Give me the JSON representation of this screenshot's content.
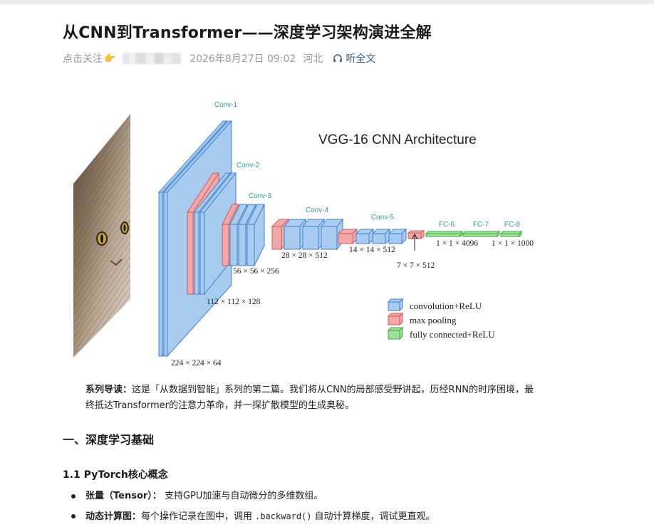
{
  "article": {
    "title": "从CNN到Transformer——深度学习架构演进全解",
    "meta": {
      "follow_label": "点击关注",
      "date": "2026年8月27日 09:02",
      "location": "河北",
      "listen_label": "听全文"
    }
  },
  "figure": {
    "title": "VGG-16 CNN Architecture",
    "stages": [
      {
        "name": "Conv-1",
        "size": "224 × 224 × 64"
      },
      {
        "name": "Conv-2",
        "size": "112 × 112 × 128"
      },
      {
        "name": "Conv-3",
        "size": "56 × 56 × 256"
      },
      {
        "name": "Conv-4",
        "size": "28 × 28 × 512"
      },
      {
        "name": "Conv-5",
        "size": "14 × 14 × 512"
      },
      {
        "name": "FC-6",
        "size": "1 × 1 × 4096"
      },
      {
        "name": "FC-7",
        "size": ""
      },
      {
        "name": "FC-8",
        "size": "1 × 1 × 1000"
      }
    ],
    "pool_size": "7 × 7 × 512",
    "legend": [
      {
        "label": "convolution+ReLU",
        "color": "#a8ccf0"
      },
      {
        "label": "max pooling",
        "color": "#f0a8a8"
      },
      {
        "label": "fully connected+ReLU",
        "color": "#9ee09a"
      }
    ],
    "colors": {
      "conv": "#a8ccf0",
      "conv_edge": "#3f7fd1",
      "pool": "#f0a8a8",
      "pool_edge": "#d15a5a",
      "fc": "#9ee09a",
      "fc_edge": "#3daa3a",
      "label": "#2e9c8f"
    }
  },
  "body": {
    "intro_lead": "系列导读：",
    "intro_text": "这是「从数据到智能」系列的第二篇。我们将从CNN的局部感受野讲起，历经RNN的时序困境，最终抵达Transformer的注意力革命，并一探扩散模型的生成奥秘。",
    "h2": "一、深度学习基础",
    "h3": "1.1 PyTorch核心概念",
    "bullets": [
      {
        "lead": "张量（Tensor）：",
        "text": "支持GPU加速与自动微分的多维数组。",
        "code": "",
        "tail": ""
      },
      {
        "lead": "动态计算图：",
        "text": "每个操作记录在图中，调用",
        "code": ".backward()",
        "tail": "自动计算梯度，调试更直观。"
      }
    ]
  }
}
